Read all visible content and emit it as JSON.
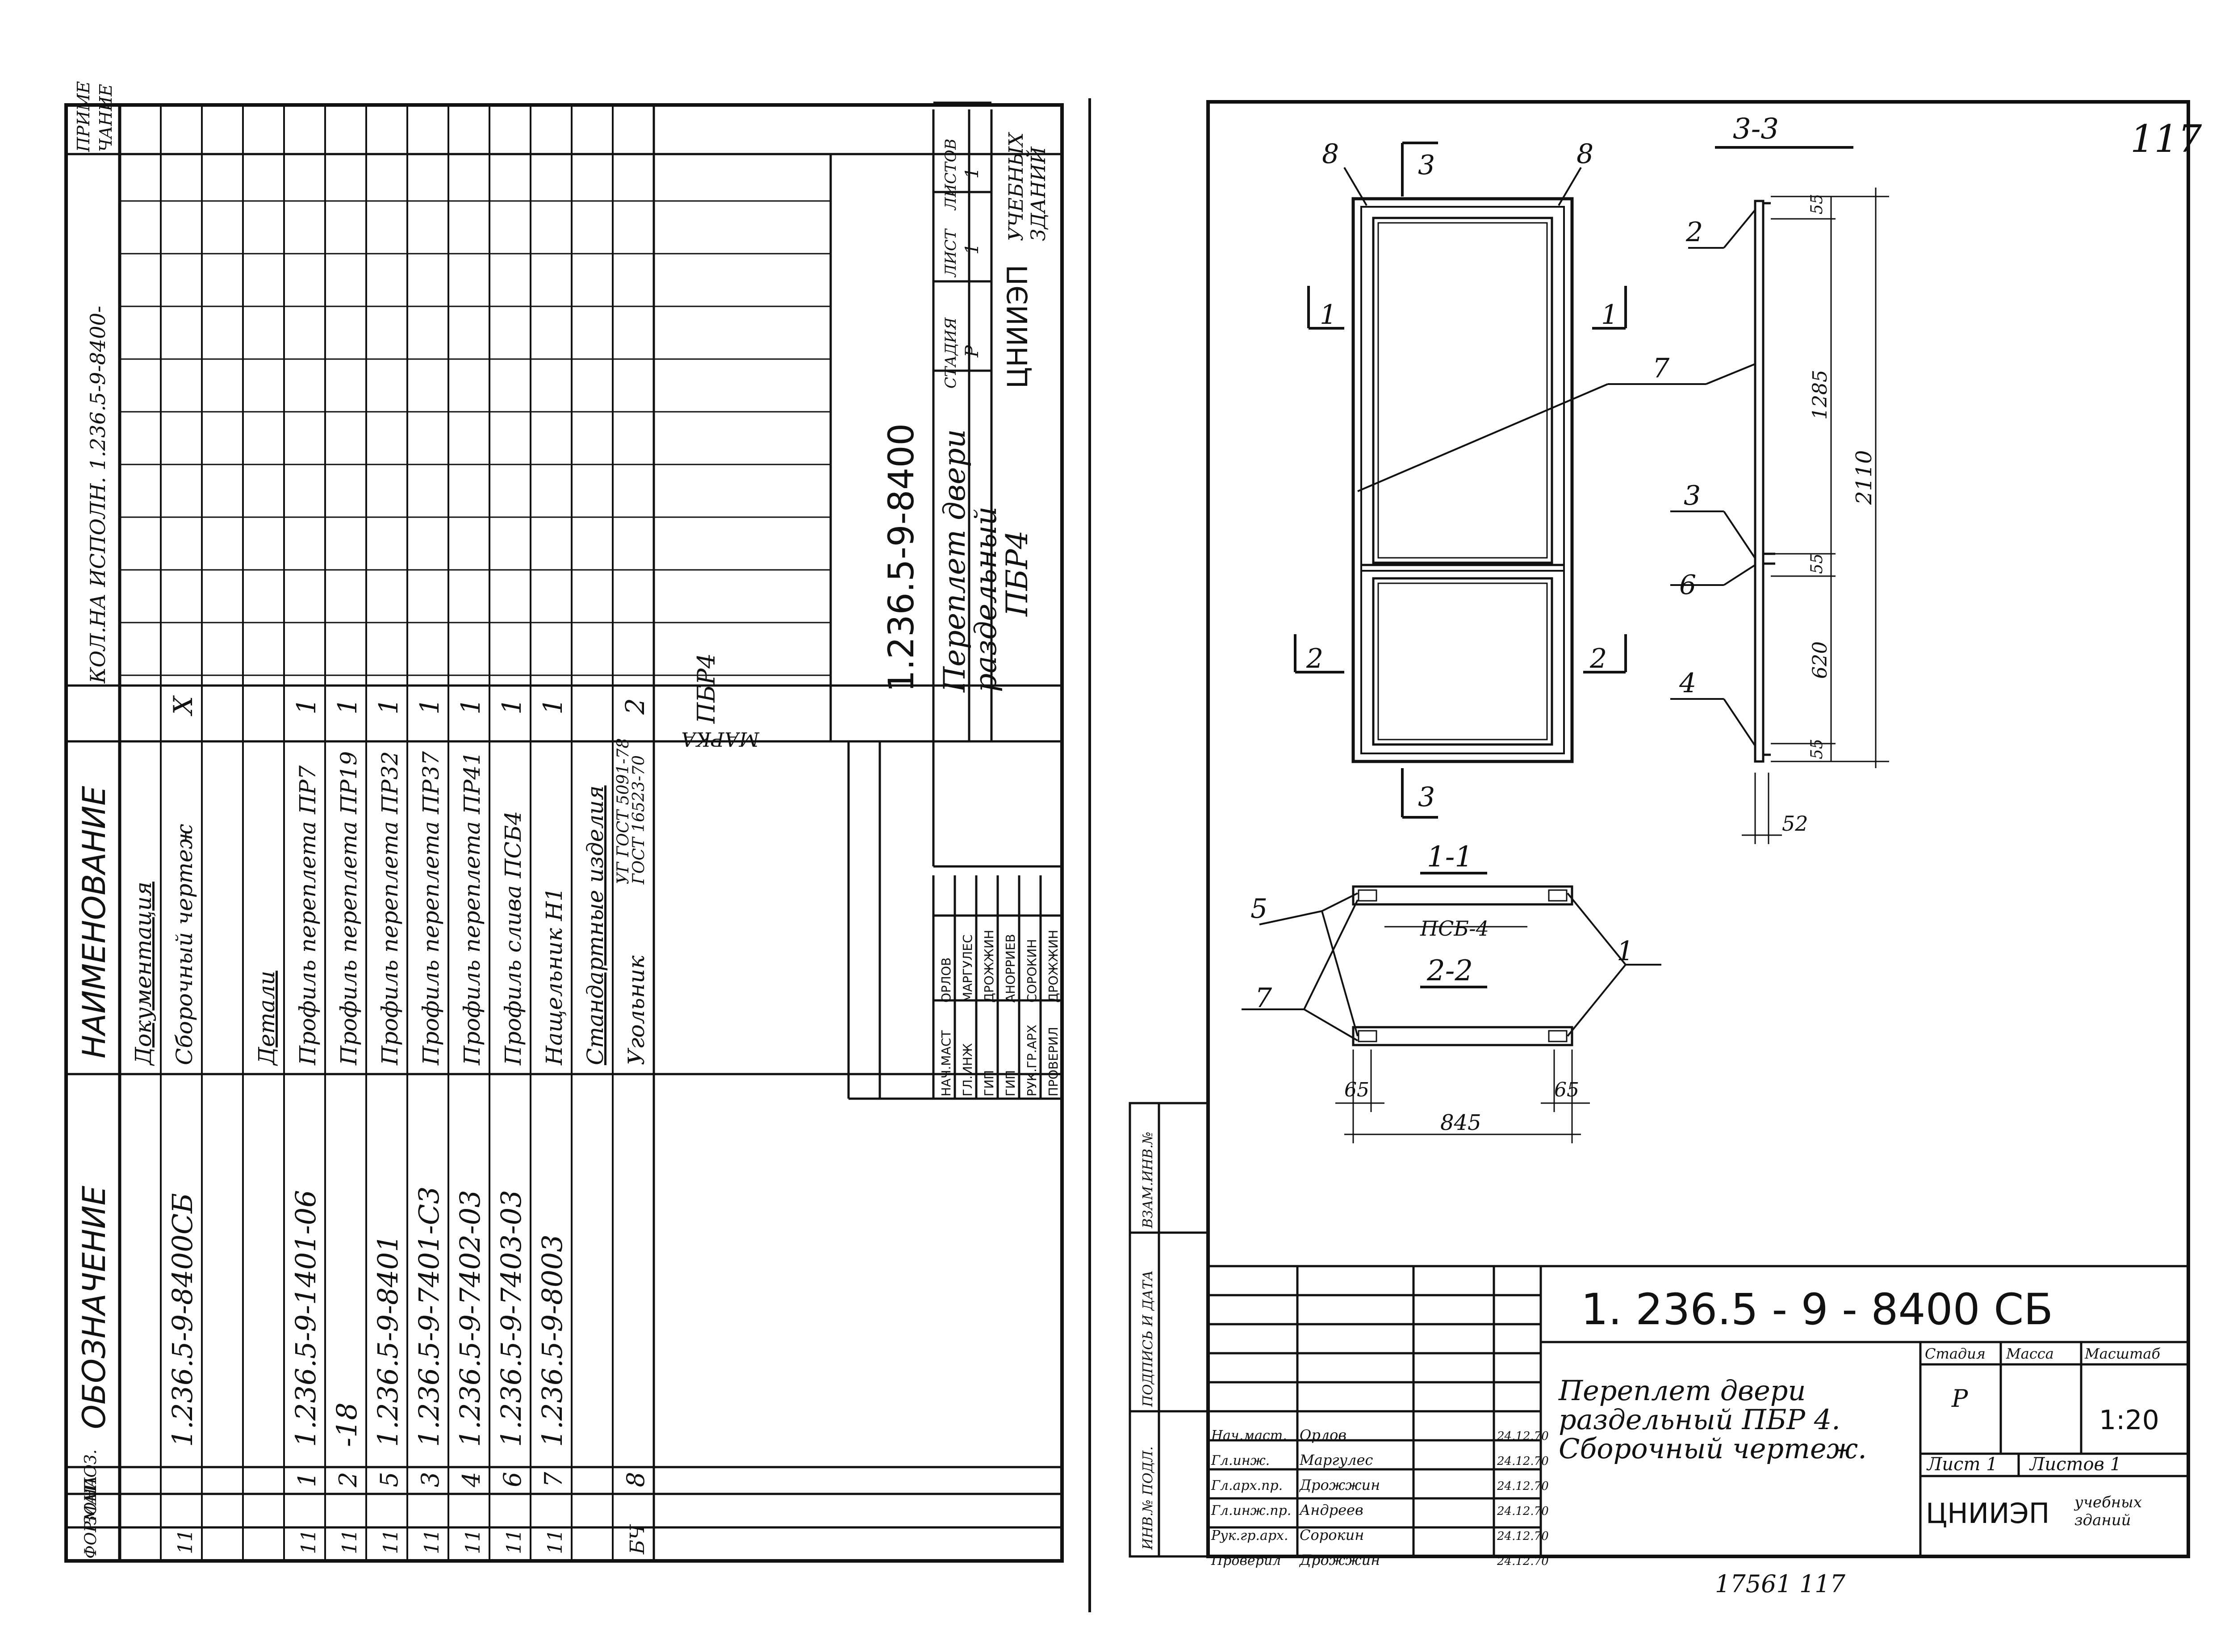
{
  "spec": {
    "headers": {
      "format": "ФОРМАТ",
      "zone": "ЗОНА",
      "pos": "ПОЗ.",
      "designation": "ОБОЗНАЧЕНИЕ",
      "name": "НАИМЕНОВАНИЕ",
      "qty": "КОЛ.НА ИСПОЛН. 1.236.5-9-8400-",
      "note_1": "ПРИМЕ",
      "note_2": "ЧАНИЕ"
    },
    "rows": [
      {
        "format": "",
        "pos": "",
        "designation": "",
        "name": "Документация",
        "qty": "",
        "underline": true
      },
      {
        "format": "11",
        "pos": "",
        "designation": "1.236.5-9-8400СБ",
        "name": "Сборочный чертеж",
        "qty": "X"
      },
      {
        "format": "",
        "pos": "",
        "designation": "",
        "name": "",
        "qty": ""
      },
      {
        "format": "",
        "pos": "",
        "designation": "",
        "name": "Детали",
        "qty": "",
        "underline": true
      },
      {
        "format": "11",
        "pos": "1",
        "designation": "1.236.5-9-1401-06",
        "name": "Профиль переплета ПР7",
        "qty": "1"
      },
      {
        "format": "11",
        "pos": "2",
        "designation": "-18",
        "name": "Профиль переплета ПР19",
        "qty": "1"
      },
      {
        "format": "11",
        "pos": "5",
        "designation": "1.236.5-9-8401",
        "name": "Профиль переплета ПР32",
        "qty": "1"
      },
      {
        "format": "11",
        "pos": "3",
        "designation": "1.236.5-9-7401-С3",
        "name": "Профиль переплета ПР37",
        "qty": "1"
      },
      {
        "format": "11",
        "pos": "4",
        "designation": "1.236.5-9-7402-03",
        "name": "Профиль переплета ПР41",
        "qty": "1"
      },
      {
        "format": "11",
        "pos": "6",
        "designation": "1.236.5-9-7403-03",
        "name": "Профиль слива ПСБ4",
        "qty": "1"
      },
      {
        "format": "11",
        "pos": "7",
        "designation": "1.236.5-9-8003",
        "name": "Нащельник Н1",
        "qty": "1"
      },
      {
        "format": "",
        "pos": "",
        "designation": "",
        "name": "Стандартные изделия",
        "qty": "",
        "underline": true
      },
      {
        "format": "БЧ",
        "pos": "8",
        "designation": "",
        "name": "Угольник",
        "name2": "УГ ГОСТ 5091-78",
        "name3": "ГОСТ 16523-70",
        "qty": "2"
      }
    ],
    "marka_label": "МАРКА",
    "marka_value": "ПБР4",
    "small_block": {
      "code": "1.236.5-9-8400",
      "title_1": "Переплет двери",
      "title_2": "раздельный",
      "title_3": "ПБР4",
      "stage_label": "СТАДИЯ",
      "sheet_label": "ЛИСТ",
      "sheets_label": "ЛИСТОВ",
      "stage": "Р",
      "sheet": "1",
      "sheets": "1",
      "org_1": "ЦНИИЭП",
      "org_2": "УЧЕБНЫХ",
      "org_3": "ЗДАНИЙ",
      "people": [
        {
          "role": "НАЧ.МАСТ",
          "name": "ОРЛОВ"
        },
        {
          "role": "ГЛ.ИНЖ",
          "name": "МАРГУЛЕС"
        },
        {
          "role": "ГИП",
          "name": "ДРОЖЖИН"
        },
        {
          "role": "ГИП",
          "name": "АНОРРИЕВ"
        },
        {
          "role": "РУК.ГР.АРХ",
          "name": "СОРОКИН"
        },
        {
          "role": "ПРОВЕРИЛ",
          "name": "ДРОЖЖИН"
        }
      ]
    }
  },
  "drawing": {
    "page_number": "117",
    "callouts": {
      "c8a": "8",
      "c8b": "8",
      "c7": "7",
      "c2": "2",
      "c3": "3",
      "c6": "6",
      "c4": "4",
      "c5": "5",
      "c7b": "7",
      "c1": "1"
    },
    "section_marks": {
      "s3": "3",
      "s1": "1",
      "s2": "2"
    },
    "sections": {
      "s33": "3-3",
      "s11": "1-1",
      "s22": "2-2"
    },
    "profile_label": "ПСБ-4",
    "dimensions": {
      "d1285": "1285",
      "d2110": "2110",
      "d620": "620",
      "d52": "52",
      "d845": "845",
      "d65a": "65",
      "d65b": "65",
      "d55a": "55",
      "d55b": "55",
      "d55c": "55"
    },
    "side_stamp": {
      "inv_orig": "ИНВ.№ ПОДЛ.",
      "sign_date": "ПОДПИСЬ И ДАТА",
      "inv_repl": "ВЗАМ.ИНВ.№"
    },
    "title_block": {
      "code": "1. 236.5 - 9 - 8400 СБ",
      "title_1": "Переплет двери",
      "title_2": "раздельный ПБР 4.",
      "title_3": "Сборочный чертеж.",
      "stage_label": "Стадия",
      "mass_label": "Масса",
      "scale_label": "Масштаб",
      "stage": "Р",
      "scale": "1:20",
      "sheet_label": "Лист 1",
      "sheets_label": "Листов 1",
      "org_1": "ЦНИИЭП",
      "org_2": "учебных",
      "org_3": "зданий",
      "people": [
        {
          "role": "Нач.маст.",
          "name": "Орлов",
          "date": "24.12.70"
        },
        {
          "role": "Гл.инж.",
          "name": "Маргулес",
          "date": "24.12.70"
        },
        {
          "role": "Гл.арх.пр.",
          "name": "Дрожжин",
          "date": "24.12.70"
        },
        {
          "role": "Гл.инж.пр.",
          "name": "Андреев",
          "date": "24.12.70"
        },
        {
          "role": "Рук.гр.арх.",
          "name": "Сорокин",
          "date": "24.12.70"
        },
        {
          "role": "Проверил",
          "name": "Дрожжин",
          "date": "24.12.70"
        }
      ]
    },
    "bottom_number": "17561  117"
  }
}
